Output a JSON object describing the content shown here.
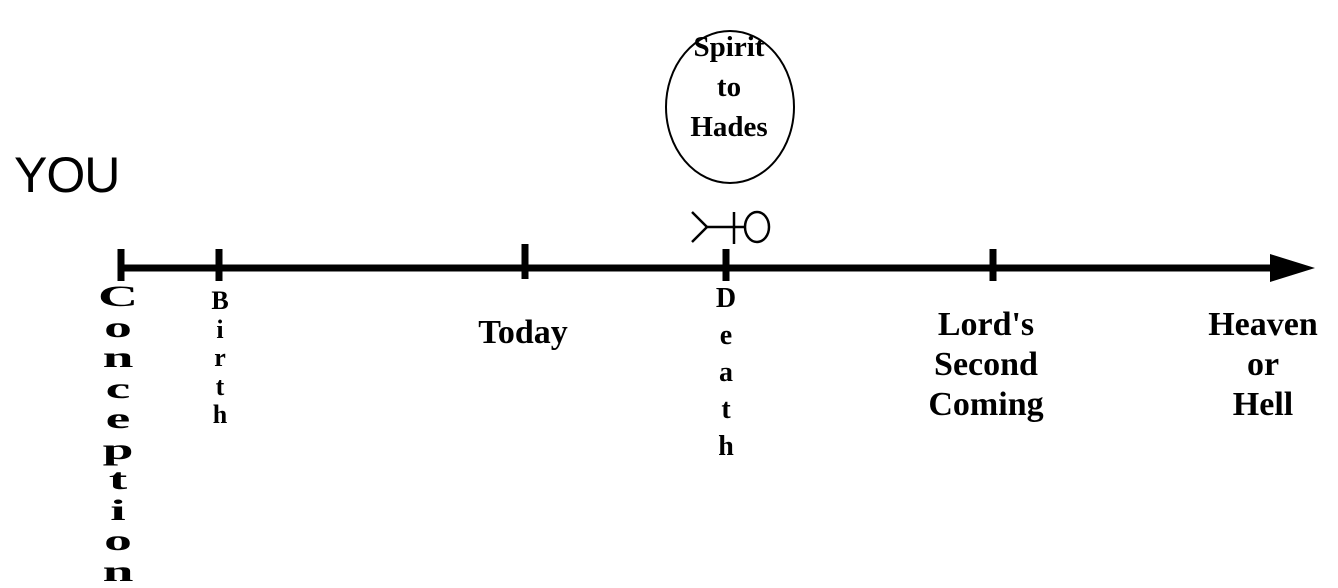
{
  "title": "YOU",
  "timeline": {
    "events": [
      {
        "id": "conception",
        "label": "Conception"
      },
      {
        "id": "birth",
        "label": "Birth"
      },
      {
        "id": "today",
        "label": "Today"
      },
      {
        "id": "death",
        "label": "Death"
      },
      {
        "id": "second_coming",
        "label": "Lord's Second Coming",
        "lines": [
          "Lord's",
          "Second",
          "Coming"
        ]
      },
      {
        "id": "end",
        "label": "Heaven or Hell",
        "lines": [
          "Heaven",
          "or",
          "Hell"
        ]
      }
    ],
    "bubble": {
      "lines": [
        "Spirit",
        "to",
        "Hades"
      ]
    }
  },
  "colors": {
    "ink": "#000000",
    "background": "#ffffff"
  },
  "icons": {
    "person": "fallen-stick-figure-icon"
  }
}
